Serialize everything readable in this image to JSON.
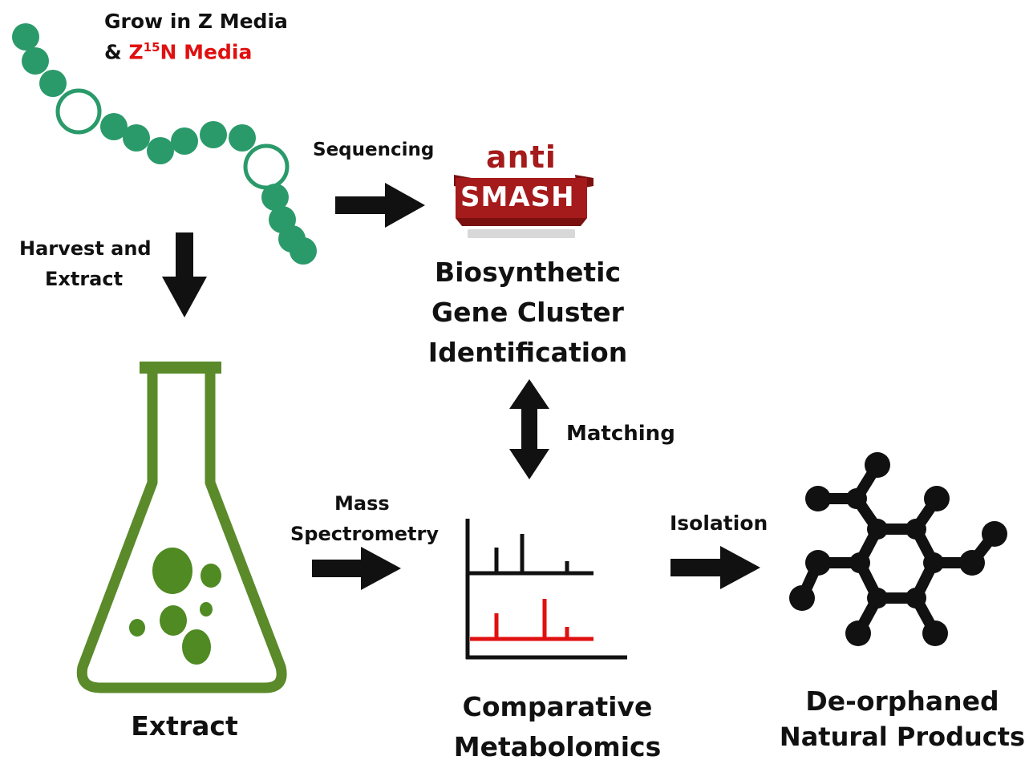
{
  "media": {
    "line1": "Grow in Z Media",
    "amp": "& ",
    "z": "Z",
    "sup": "15",
    "n_media": "N Media"
  },
  "steps": {
    "sequencing": "Sequencing",
    "harvest_1": "Harvest and",
    "harvest_2": "Extract",
    "matching": "Matching",
    "mass_1": "Mass",
    "mass_2": "Spectrometry",
    "isolation": "Isolation"
  },
  "logo": {
    "anti": "anti",
    "smash": "SMASH"
  },
  "nodes": {
    "bgc_1": "Biosynthetic",
    "bgc_2": "Gene Cluster",
    "bgc_3": "Identification",
    "extract": "Extract",
    "comp_1": "Comparative",
    "comp_2": "Metabolomics",
    "deorph_1": "De-orphaned",
    "deorph_2": "Natural Products"
  },
  "colors": {
    "bacteria": "#2a9a6a",
    "flask": "#5a8a2a",
    "logo_red": "#a51a1a",
    "spectrum_red": "#e01010",
    "arrow": "#111111"
  },
  "icons": [
    "bacteria-chain-icon",
    "flask-icon",
    "antismash-logo",
    "mass-spectrum-icon",
    "molecule-icon"
  ]
}
